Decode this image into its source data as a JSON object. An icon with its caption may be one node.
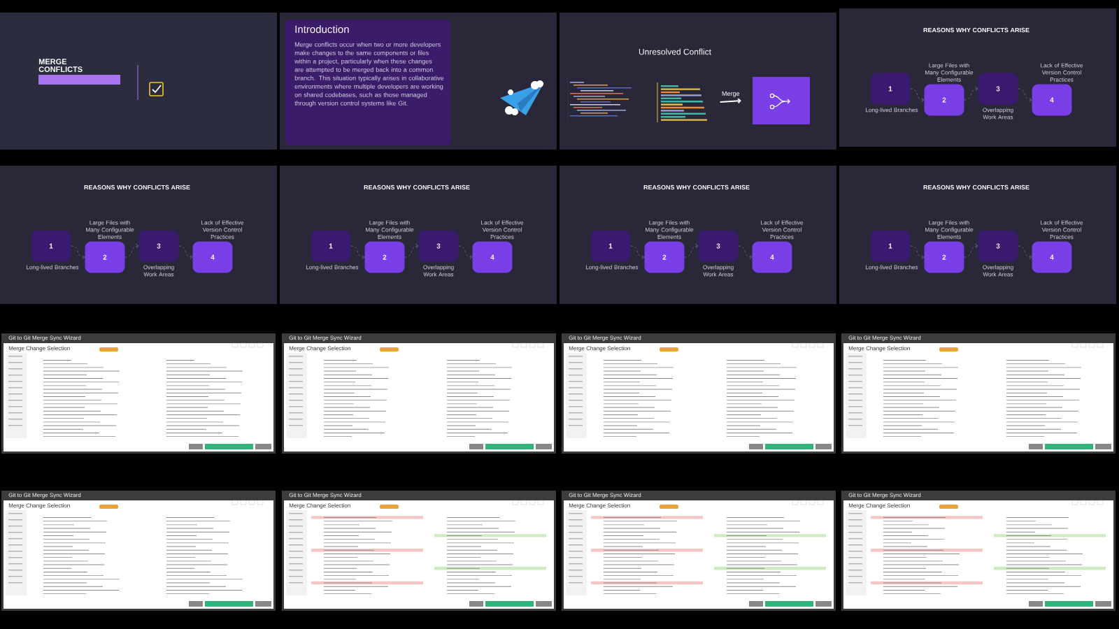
{
  "diagram": {
    "nodes": [
      {
        "text": [
          "Introduction",
          "Merge conflicts occur when two or more developers make changes to the same components or files within a project, particularly when these changes are attempted to be merged back into a common branch. This situation typically arises in collaborative environments where multiple developers are working on shared codebases, such as those managed through version control systems like Git."
        ]
      },
      {
        "text": [],
        "shape": "picture"
      },
      {
        "text": [],
        "shape": "box"
      },
      {
        "text": [
          "1"
        ],
        "beside": [
          "Long-lived Branches"
        ]
      },
      {
        "text": [
          "2"
        ],
        "beside": [
          "Large Files with Many Configurable Elements"
        ]
      },
      {
        "text": [
          "3"
        ],
        "beside": [
          "Overlapping Work Areas"
        ]
      },
      {
        "text": [
          "4"
        ],
        "beside": [
          "Lack of Effective Version Control Practices"
        ]
      },
      {
        "text": [
          "1"
        ],
        "beside": [
          "Long-lived Branches"
        ]
      },
      {
        "text": [
          "2"
        ],
        "beside": [
          "Large Files with Many Configurable Elements"
        ]
      },
      {
        "text": [
          "3"
        ],
        "beside": [
          "Overlapping Work Areas"
        ]
      },
      {
        "text": [
          "4"
        ],
        "beside": [
          "Lack of Effective Version Control Practices"
        ]
      },
      {
        "text": [
          "1"
        ],
        "beside": [
          "Long-lived Branches"
        ]
      },
      {
        "text": [
          "2"
        ],
        "beside": [
          "Large Files with Many Configurable Elements"
        ]
      },
      {
        "text": [
          "3"
        ],
        "beside": [
          "Overlapping Work Areas"
        ]
      },
      {
        "text": [
          "4"
        ],
        "beside": [
          "Lack of Effective Version Control Practices"
        ]
      },
      {
        "text": [
          "1"
        ],
        "beside": [
          "Long-lived Branches"
        ]
      },
      {
        "text": [
          "2"
        ],
        "beside": [
          "Large Files with Many Configurable Elements"
        ]
      },
      {
        "text": [
          "3"
        ],
        "beside": [
          "Overlapping Work Areas"
        ]
      },
      {
        "text": [
          "4"
        ],
        "beside": [
          "Lack of Effective Version Control Practices"
        ]
      },
      {
        "text": [
          "1"
        ],
        "beside": [
          "Long-lived Branches"
        ]
      },
      {
        "text": [
          "2"
        ],
        "beside": [
          "Large Files with Many Configurable Elements"
        ]
      },
      {
        "text": [
          "3"
        ],
        "beside": [
          "Overlapping Work Areas"
        ]
      },
      {
        "text": [
          "4"
        ],
        "beside": [
          "Lack of Effective Version Control Practices"
        ]
      }
    ],
    "edges": [
      {
        "from": 1,
        "to": 2,
        "arrow": "to",
        "label": "Merge",
        "color": "#ffffff"
      },
      {
        "from": 3,
        "to": 4,
        "arrow": "to",
        "style": "dashed"
      },
      {
        "from": 4,
        "to": 5,
        "arrow": "to",
        "style": "dashed"
      },
      {
        "from": 5,
        "to": 6,
        "arrow": "to",
        "style": "dashed"
      },
      {
        "from": 7,
        "to": 8,
        "arrow": "to",
        "style": "dashed"
      },
      {
        "from": 8,
        "to": 9,
        "arrow": "to",
        "style": "dashed"
      },
      {
        "from": 9,
        "to": 10,
        "arrow": "to",
        "style": "dashed"
      },
      {
        "from": 11,
        "to": 12,
        "arrow": "to",
        "style": "dashed"
      },
      {
        "from": 12,
        "to": 13,
        "arrow": "to",
        "style": "dashed"
      },
      {
        "from": 13,
        "to": 14,
        "arrow": "to",
        "style": "dashed"
      },
      {
        "from": 15,
        "to": 16,
        "arrow": "to",
        "style": "dashed"
      },
      {
        "from": 16,
        "to": 17,
        "arrow": "to",
        "style": "dashed"
      },
      {
        "from": 17,
        "to": 18,
        "arrow": "to",
        "style": "dashed"
      },
      {
        "from": 19,
        "to": 20,
        "arrow": "to",
        "style": "dashed"
      },
      {
        "from": 20,
        "to": 21,
        "arrow": "to",
        "style": "dashed"
      },
      {
        "from": 21,
        "to": 22,
        "arrow": "to",
        "style": "dashed"
      }
    ],
    "labels": [
      "MERGE CONFLICTS",
      "Unresolved Conflict",
      "REASONS WHY CONFLICTS ARISE",
      "REASONS WHY CONFLICTS ARISE",
      "REASONS WHY CONFLICTS ARISE",
      "REASONS WHY CONFLICTS ARISE",
      "REASONS WHY CONFLICTS ARISE",
      "Git to Git Merge Sync Wizard",
      "Merge Change Selection",
      "Git to Git Merge Sync Wizard",
      "Merge Change Selection",
      "Git to Git Merge Sync Wizard",
      "Merge Change Selection",
      "Git to Git Merge Sync Wizard",
      "Merge Change Selection",
      "Git to Git Merge Sync Wizard",
      "Merge Change Selection",
      "Git to Git Merge Sync Wizard",
      "Merge Change Selection",
      "Git to Git Merge Sync Wizard",
      "Merge Change Selection",
      "Git to Git Merge Sync Wizard",
      "Merge Change Selection"
    ]
  }
}
